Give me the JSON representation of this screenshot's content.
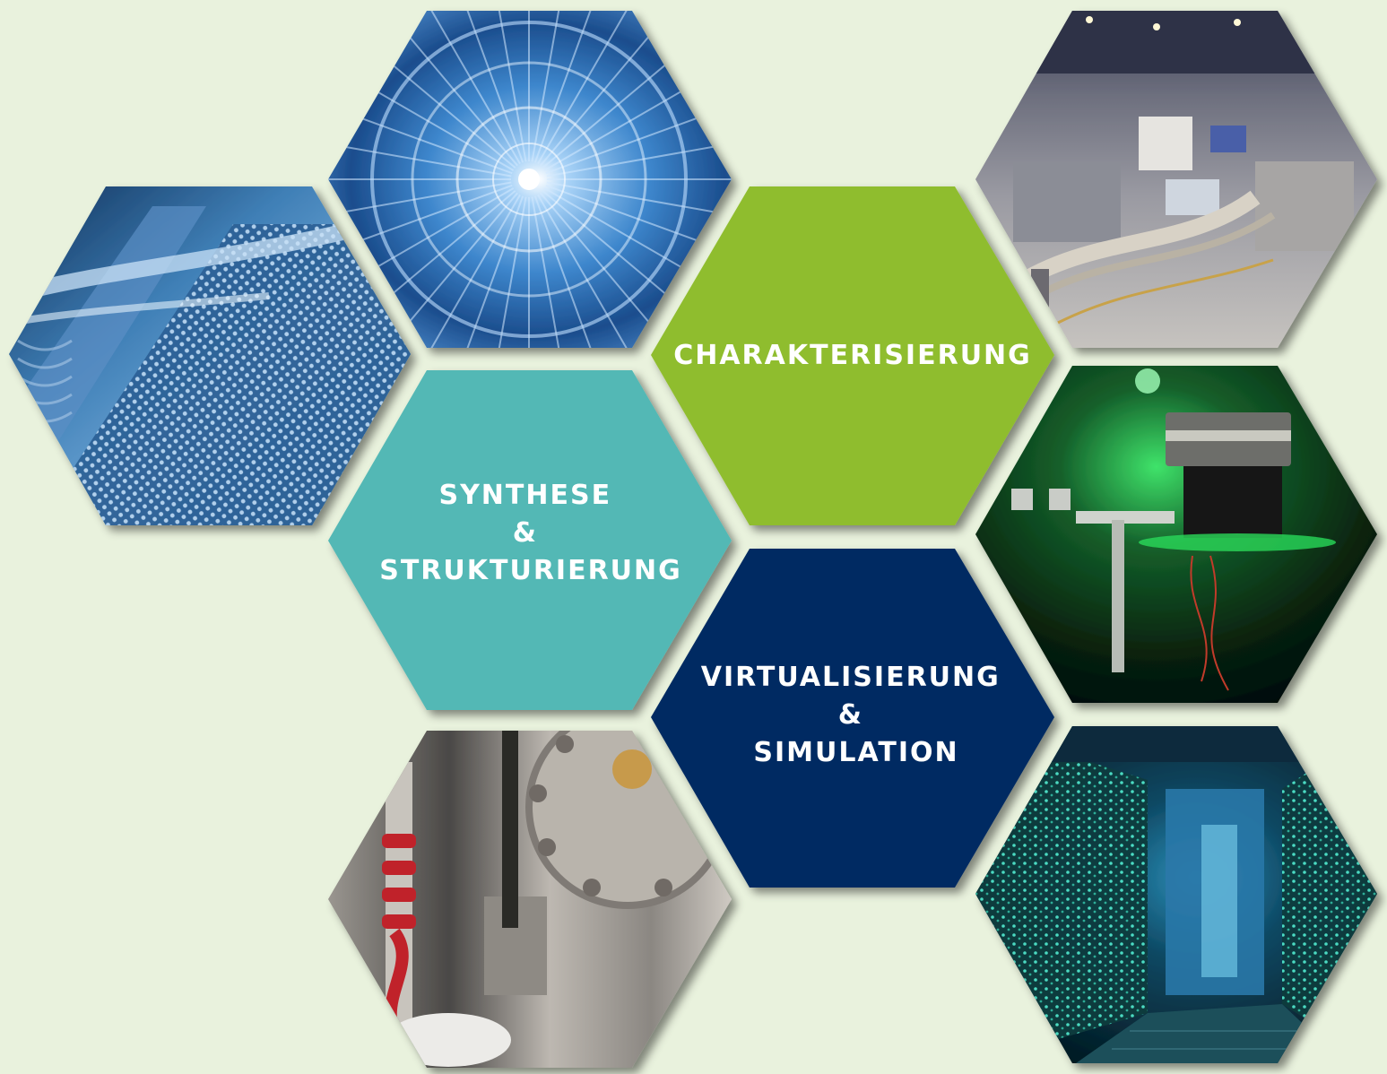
{
  "colors": {
    "background": "#e9f2dd",
    "synthese": "#52b8b5",
    "charakterisierung": "#8fbd2d",
    "virtualisierung": "#002c62",
    "label_text": "#ffffff"
  },
  "labels": {
    "charakterisierung": [
      "CHARAKTERISIERUNG"
    ],
    "synthese": [
      "SYNTHESE",
      "&",
      "STRUKTURIERUNG"
    ],
    "virtualisierung": [
      "VIRTUALISIERUNG",
      "&",
      "SIMULATION"
    ]
  },
  "photos": {
    "nano_structure": "blue-nanostructure-photo",
    "detector": "blue-detector-photo",
    "accelerator_hall": "accelerator-hall-photo",
    "microscope_lab": "green-lab-equipment-photo",
    "vacuum_chamber": "vacuum-chamber-photo",
    "data_center": "data-center-photo"
  }
}
